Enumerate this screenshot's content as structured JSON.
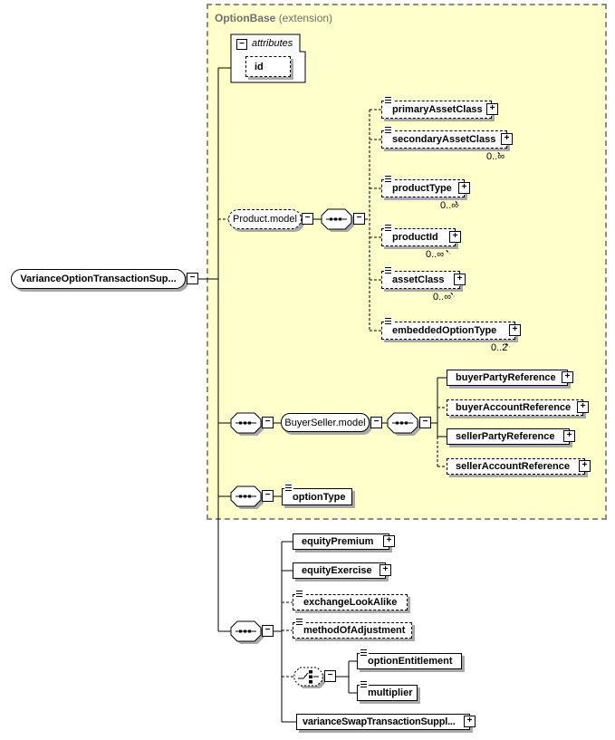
{
  "extension": {
    "name": "OptionBase",
    "kind": "(extension)"
  },
  "root": {
    "label": "VarianceOptionTransactionSup..."
  },
  "attributes": {
    "label": "attributes",
    "items": [
      {
        "label": "id"
      }
    ]
  },
  "product": {
    "model": "Product.model",
    "children": [
      {
        "label": "primaryAssetClass",
        "occurs": ""
      },
      {
        "label": "secondaryAssetClass",
        "occurs": "0..∞"
      },
      {
        "label": "productType",
        "occurs": "0..∞"
      },
      {
        "label": "productId",
        "occurs": "0..∞"
      },
      {
        "label": "assetClass",
        "occurs": "0..∞"
      },
      {
        "label": "embeddedOptionType",
        "occurs": "0..2"
      }
    ]
  },
  "buyerSeller": {
    "model": "BuyerSeller.model",
    "children": [
      {
        "label": "buyerPartyReference"
      },
      {
        "label": "buyerAccountReference"
      },
      {
        "label": "sellerPartyReference"
      },
      {
        "label": "sellerAccountReference"
      }
    ]
  },
  "optionType": {
    "label": "optionType"
  },
  "supplement": {
    "children": [
      {
        "label": "equityPremium"
      },
      {
        "label": "equityExercise"
      },
      {
        "label": "exchangeLookAlike"
      },
      {
        "label": "methodOfAdjustment"
      }
    ],
    "choice": [
      {
        "label": "optionEntitlement"
      },
      {
        "label": "multiplier"
      }
    ],
    "tail": {
      "label": "varianceSwapTransactionSuppl..."
    }
  },
  "icons": {
    "plus": "+",
    "minus": "−"
  },
  "colors": {
    "extension_fill": "#ffffcc",
    "extension_border": "#8c8c8c",
    "box_border": "#000000",
    "shadow": "#a9a9a9",
    "header_text": "#6f6f6f"
  }
}
